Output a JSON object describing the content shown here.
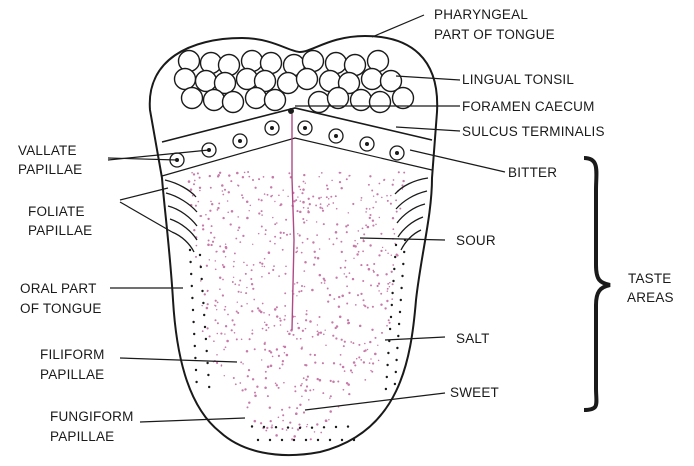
{
  "diagram": {
    "labels": {
      "pharyngeal": [
        "PHARYNGEAL",
        "PART OF TONGUE"
      ],
      "lingual_tonsil": [
        "LINGUAL TONSIL"
      ],
      "foramen_caecum": [
        "FORAMEN CAECUM"
      ],
      "sulcus_terminalis": [
        "SULCUS TERMINALIS"
      ],
      "vallate_papillae": [
        "VALLATE",
        "PAPILLAE"
      ],
      "foliate_papillae": [
        "FOLIATE",
        "PAPILLAE"
      ],
      "oral_part": [
        "ORAL PART",
        "OF TONGUE"
      ],
      "filiform_papillae": [
        "FILIFORM",
        "PAPILLAE"
      ],
      "fungiform_papillae": [
        "FUNGIFORM",
        "PAPILLAE"
      ],
      "bitter": [
        "BITTER"
      ],
      "sour": [
        "SOUR"
      ],
      "salt": [
        "SALT"
      ],
      "sweet": [
        "SWEET"
      ],
      "taste_areas": [
        "TASTE",
        "AREAS"
      ]
    },
    "colors": {
      "outline": "#1a1a1a",
      "dots": "#c77aa8",
      "background": "#ffffff"
    }
  }
}
